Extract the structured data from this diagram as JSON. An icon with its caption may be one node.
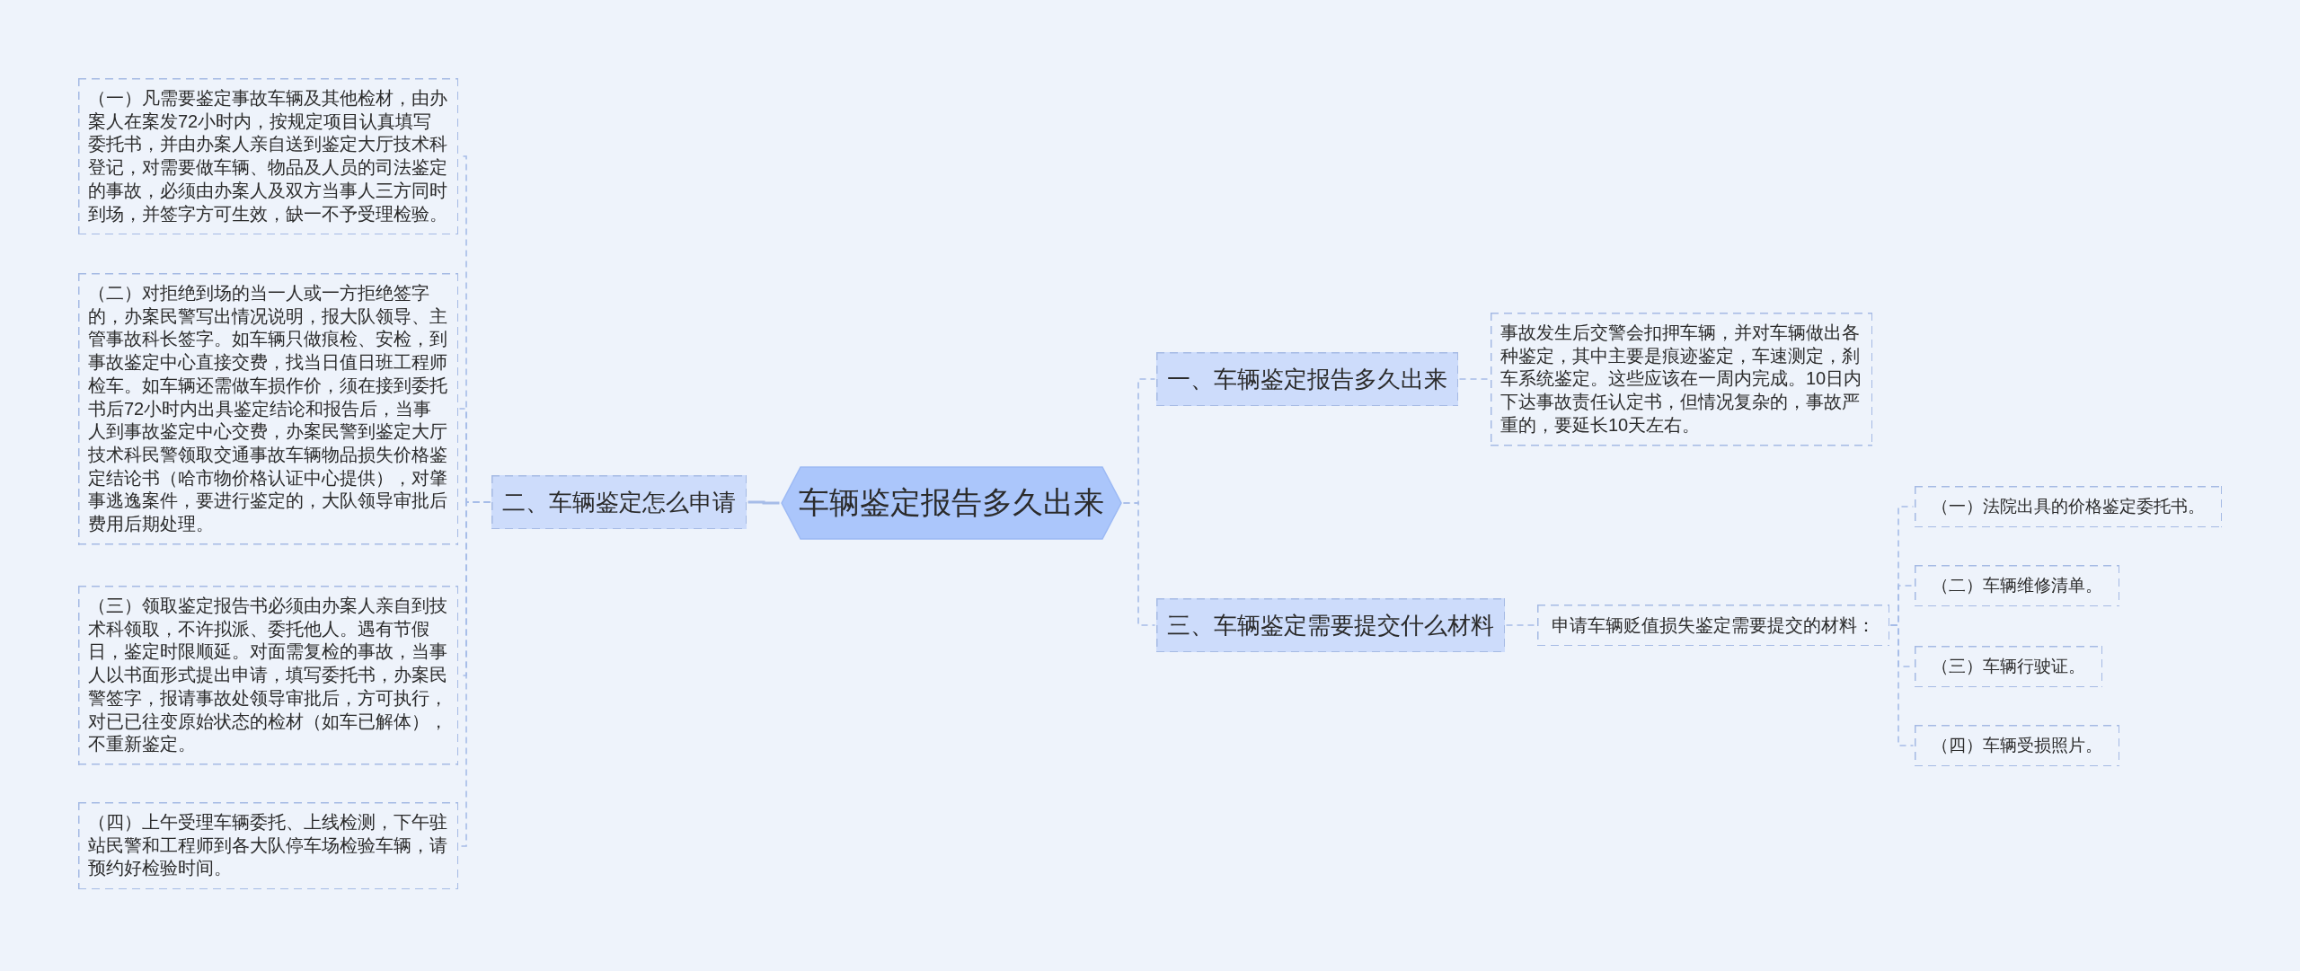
{
  "diagram": {
    "nodes": [
      {
        "text": [
          "车辆鉴定报告多久出来"
        ]
      },
      {
        "text": [
          "一、车辆鉴定报告多久出来"
        ]
      },
      {
        "text": [
          "事故发生后交警会扣押车辆，并对车辆做出各种鉴定，其中主要是痕迹鉴定，车速测定，刹车系统鉴定。这些应该在一周内完成。10日内下达事故责任认定书，但情况复杂的，事故严重的，要延长10天左右。"
        ]
      },
      {
        "text": [
          "二、车辆鉴定怎么申请"
        ]
      },
      {
        "text": [
          "（一）凡需要鉴定事故车辆及其他检材，由办案人在案发72小时内，按规定项目认真填写委托书，并由办案人亲自送到鉴定大厅技术科登记，对需要做车辆、物品及人员的司法鉴定的事故，必须由办案人及双方当事人三方同时到场，并签字方可生效，缺一不予受理检验。"
        ]
      },
      {
        "text": [
          "（二）对拒绝到场的当一人或一方拒绝签字的，办案民警写出情况说明，报大队领导、主管事故科长签字。如车辆只做痕检、安检，到事故鉴定中心直接交费，找当日值日班工程师检车。如车辆还需做车损作价，须在接到委托书后72小时内出具鉴定结论和报告后，当事人到事故鉴定中心交费，办案民警到鉴定大厅技术科民警领取交通事故车辆物品损失价格鉴定结论书（哈市物价格认证中心提供），对肇事逃逸案件，要进行鉴定的，大队领导审批后费用后期处理。"
        ]
      },
      {
        "text": [
          "（三）领取鉴定报告书必须由办案人亲自到技术科领取，不许拟派、委托他人。遇有节假日，鉴定时限顺延。对面需复检的事故，当事人以书面形式提出申请，填写委托书，办案民警签字，报请事故处领导审批后，方可执行，对已已往变原始状态的检材（如车已解体），不重新鉴定。"
        ]
      },
      {
        "text": [
          "（四）上午受理车辆委托、上线检测，下午驻站民警和工程师到各大队停车场检验车辆，请预约好检验时间。"
        ]
      },
      {
        "text": [
          "三、车辆鉴定需要提交什么材料"
        ]
      },
      {
        "text": [
          "申请车辆贬值损失鉴定需要提交的材料："
        ]
      },
      {
        "text": [
          "（一）法院出具的价格鉴定委托书。"
        ]
      },
      {
        "text": [
          "（二）车辆维修清单。"
        ]
      },
      {
        "text": [
          "（三）车辆行驶证。"
        ]
      },
      {
        "text": [
          "（四）车辆受损照片。"
        ]
      }
    ],
    "edges": [
      {
        "from": 0,
        "to": 1,
        "arrow": "none",
        "style": "dashed"
      },
      {
        "from": 1,
        "to": 2,
        "arrow": "none",
        "style": "dashed"
      },
      {
        "from": 0,
        "to": 3,
        "arrow": "none"
      },
      {
        "from": 3,
        "to": 4,
        "arrow": "none",
        "style": "dashed"
      },
      {
        "from": 3,
        "to": 5,
        "arrow": "none",
        "style": "dashed"
      },
      {
        "from": 3,
        "to": 6,
        "arrow": "none",
        "style": "dashed"
      },
      {
        "from": 3,
        "to": 7,
        "arrow": "none",
        "style": "dashed"
      },
      {
        "from": 0,
        "to": 8,
        "arrow": "none",
        "style": "dashed"
      },
      {
        "from": 8,
        "to": 9,
        "arrow": "none",
        "style": "dashed"
      },
      {
        "from": 9,
        "to": 10,
        "arrow": "none",
        "style": "dashed"
      },
      {
        "from": 9,
        "to": 11,
        "arrow": "none",
        "style": "dashed"
      },
      {
        "from": 9,
        "to": 12,
        "arrow": "none",
        "style": "dashed"
      },
      {
        "from": 9,
        "to": 13,
        "arrow": "none",
        "style": "dashed"
      }
    ]
  }
}
